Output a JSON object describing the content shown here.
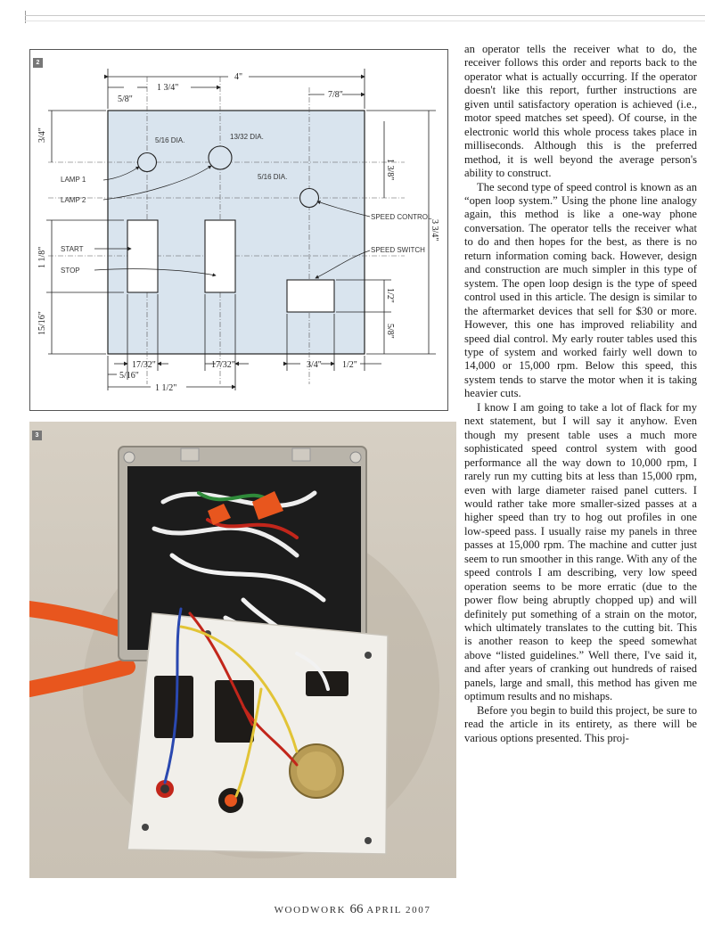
{
  "figure2": {
    "badge": "2",
    "labels": {
      "top_width": "4\"",
      "left_offset": "5/8\"",
      "hole_span": "1 3/4\"",
      "right_offset": "7/8\"",
      "lamp1": "LAMP 1",
      "lamp2": "LAMP 2",
      "hole1": "5/16 DIA.",
      "hole2": "13/32 DIA.",
      "hole3": "5/16 DIA.",
      "speed_control": "SPEED CONTROL",
      "speed_switch": "SPEED SWITCH",
      "start": "START",
      "stop": "STOP",
      "dim_3_4_left": "3/4\"",
      "dim_1_1_8": "1 1/8\"",
      "dim_15_16": "15/16\"",
      "dim_1_3_8": "1 3/8\"",
      "dim_3_3_4": "3 3/4\"",
      "dim_1_2_right": "1/2\"",
      "dim_5_8_right": "5/8\"",
      "dim_5_16_bottom": "5/16\"",
      "dim_17_32_a": "17/32\"",
      "dim_17_32_b": "17/32\"",
      "dim_1_1_2": "1 1/2\"",
      "dim_3_4_bottom": "3/4\"",
      "dim_1_2_bottom": "1/2\""
    }
  },
  "figure3": {
    "badge": "3"
  },
  "article": {
    "paragraphs": [
      "an operator tells the receiver what to do, the receiver follows this order and reports back to the operator what is actually occurring. If the operator doesn't like this report, further instructions are given until satisfactory operation is achieved (i.e., motor speed matches set speed). Of course, in the electronic world this whole process takes place in milliseconds. Although this is the preferred method, it is well beyond the average person's ability to construct.",
      "The second type of speed control is known as an “open loop system.” Using the phone line analogy again, this method is like a one-way phone conversation. The operator tells the receiver what to do and then hopes for the best, as there is no return information coming back. However, design and construction are much simpler in this type of system. The open loop design is the type of speed control used in this article. The design is similar to the aftermarket devices that sell for $30 or more. However, this one has improved reliability and speed dial control. My early router tables used this type of system and worked fairly well down to 14,000 or 15,000 rpm. Below this speed, this system tends to starve the motor when it is taking heavier cuts.",
      "I know I am going to take a lot of flack for my next statement, but I will say it anyhow. Even though my present table uses a much more sophisticated speed control system with good performance all the way down to 10,000 rpm, I rarely run my cutting bits at less than 15,000 rpm, even with large diameter raised panel cutters. I would rather take more smaller-sized passes at a higher speed than try to hog out profiles in one low-speed pass. I usually raise my panels in three passes at 15,000 rpm. The machine and cutter just seem to run smoother in this range. With any of the speed controls I am describing, very low speed operation seems to be more erratic (due to the power flow being abruptly chopped up) and will definitely put something of a strain on the motor, which ultimately translates to the cutting bit. This is another reason to keep the speed somewhat above “listed guidelines.” Well there, I've said it, and after years of cranking out hundreds of raised panels, large and small, this method has given me optimum results and no mishaps.",
      "Before you begin to build this project, be sure to read the article in its entirety, as there will be various options presented. This proj-"
    ]
  },
  "footer": {
    "magazine": "WOODWORK",
    "page": "66",
    "date": "APRIL 2007"
  },
  "colors": {
    "panel_fill": "#d9e4ee",
    "wire_orange": "#e8561e",
    "wire_red": "#c2261b",
    "wire_green": "#2f8a3a",
    "wire_blue": "#2a48b0",
    "box_grey": "#b9b4aa"
  }
}
